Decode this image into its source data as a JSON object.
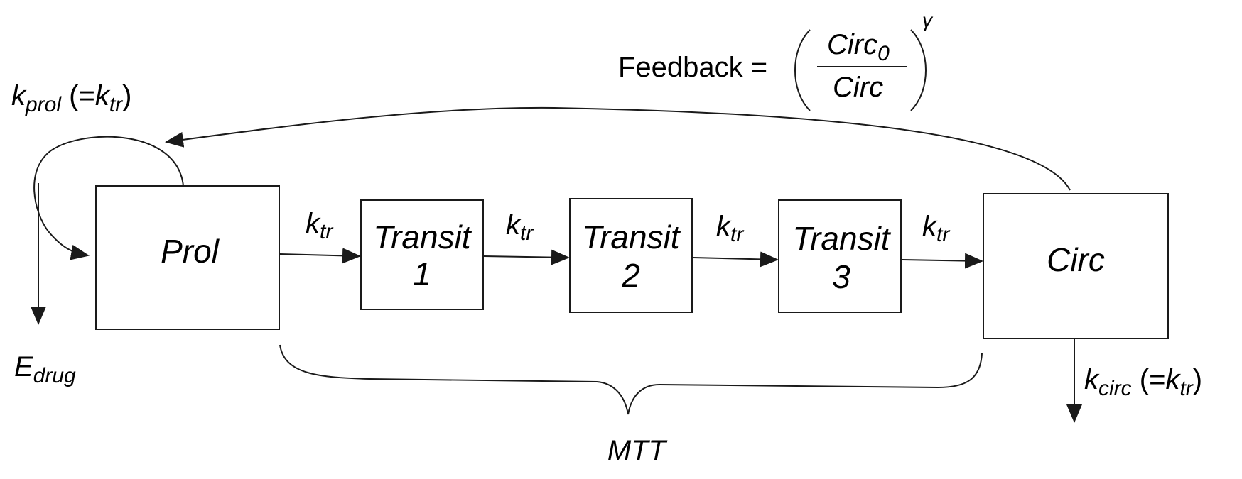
{
  "diagram": {
    "compartments": {
      "prol": "Prol",
      "transit1": {
        "word": "Transit",
        "num": "1"
      },
      "transit2": {
        "word": "Transit",
        "num": "2"
      },
      "transit3": {
        "word": "Transit",
        "num": "3"
      },
      "circ": "Circ"
    },
    "rate": {
      "k": "k",
      "sub": "tr"
    },
    "kprol": {
      "k": "k",
      "sub": "prol",
      "paren_open": " (=",
      "paren_close": ")"
    },
    "kcirc": {
      "k": "k",
      "sub": "circ",
      "paren_open": " (=",
      "paren_close": ")"
    },
    "edrug": {
      "base": "E",
      "sub": "drug"
    },
    "feedback": {
      "label": "Feedback =",
      "numerator": "Circ",
      "numerator_sub": "0",
      "denominator": "Circ",
      "exponent": "γ"
    },
    "mtt": "MTT"
  }
}
